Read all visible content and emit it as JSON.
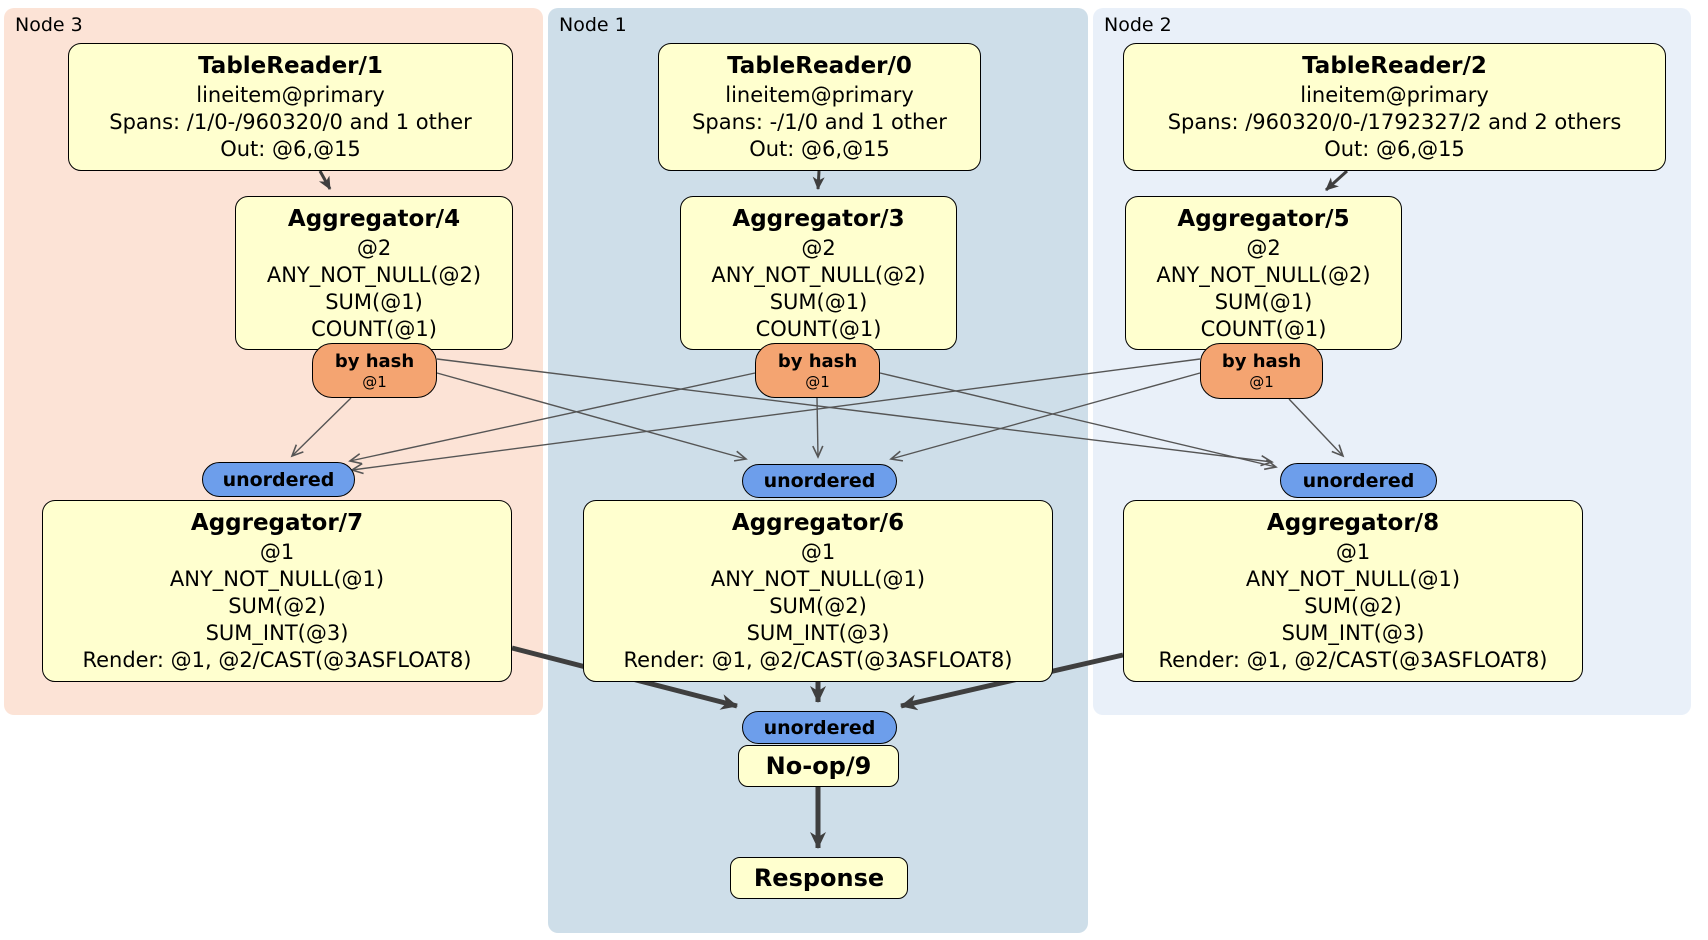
{
  "colors": {
    "region_node3": "#fce3d6",
    "region_node1": "#cedee9",
    "region_node2": "#e9f0f9",
    "box_fill": "#ffffcf",
    "router_fill": "#f4a471",
    "stream_fill": "#6d9eeb",
    "edge_thin": "#555555",
    "edge_thick": "#3f3f3f"
  },
  "regions": [
    {
      "label": "Node 3"
    },
    {
      "label": "Node 1"
    },
    {
      "label": "Node 2"
    }
  ],
  "processors": {
    "tr1": {
      "title": "TableReader/1",
      "lines": [
        "lineitem@primary",
        "Spans: /1/0-/960320/0 and 1 other",
        "Out: @6,@15"
      ]
    },
    "tr0": {
      "title": "TableReader/0",
      "lines": [
        "lineitem@primary",
        "Spans: -/1/0 and 1 other",
        "Out: @6,@15"
      ]
    },
    "tr2": {
      "title": "TableReader/2",
      "lines": [
        "lineitem@primary",
        "Spans: /960320/0-/1792327/2 and 2 others",
        "Out: @6,@15"
      ]
    },
    "agg4": {
      "title": "Aggregator/4",
      "lines": [
        "@2",
        "ANY_NOT_NULL(@2)",
        "SUM(@1)",
        "COUNT(@1)"
      ]
    },
    "agg3": {
      "title": "Aggregator/3",
      "lines": [
        "@2",
        "ANY_NOT_NULL(@2)",
        "SUM(@1)",
        "COUNT(@1)"
      ]
    },
    "agg5": {
      "title": "Aggregator/5",
      "lines": [
        "@2",
        "ANY_NOT_NULL(@2)",
        "SUM(@1)",
        "COUNT(@1)"
      ]
    },
    "agg7": {
      "title": "Aggregator/7",
      "lines": [
        "@1",
        "ANY_NOT_NULL(@1)",
        "SUM(@2)",
        "SUM_INT(@3)",
        "Render: @1, @2/CAST(@3ASFLOAT8)"
      ]
    },
    "agg6": {
      "title": "Aggregator/6",
      "lines": [
        "@1",
        "ANY_NOT_NULL(@1)",
        "SUM(@2)",
        "SUM_INT(@3)",
        "Render: @1, @2/CAST(@3ASFLOAT8)"
      ]
    },
    "agg8": {
      "title": "Aggregator/8",
      "lines": [
        "@1",
        "ANY_NOT_NULL(@1)",
        "SUM(@2)",
        "SUM_INT(@3)",
        "Render: @1, @2/CAST(@3ASFLOAT8)"
      ]
    },
    "noop": {
      "title": "No-op/9"
    },
    "response": {
      "title": "Response"
    }
  },
  "router": {
    "label": "by hash",
    "key": "@1"
  },
  "stream": {
    "label": "unordered"
  }
}
